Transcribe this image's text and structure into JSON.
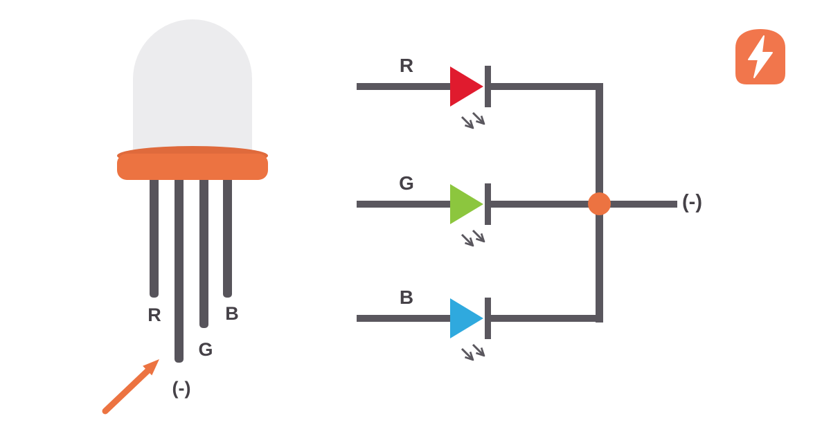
{
  "page": {
    "background": "#ffffff"
  },
  "colors": {
    "wire": "#5a575e",
    "leg": "#57545b",
    "dark_text": "#454147",
    "orange": "#ec7341",
    "orange_dark": "#df6a3c",
    "dome": "#ececee",
    "logo_orange": "#f1764c"
  },
  "led": {
    "pins": [
      {
        "id": "red",
        "label": "R"
      },
      {
        "id": "green",
        "label": "G"
      },
      {
        "id": "blue",
        "label": "B"
      },
      {
        "id": "common-cathode",
        "label": "(-)"
      }
    ]
  },
  "schematic": {
    "rows": [
      {
        "id": "red",
        "label": "R",
        "color": "#e01b2e"
      },
      {
        "id": "green",
        "label": "G",
        "color": "#8cc63e"
      },
      {
        "id": "blue",
        "label": "B",
        "color": "#2fa9de"
      }
    ],
    "common_label": "(-)"
  },
  "logo": {
    "icon": "lightning-bolt"
  }
}
